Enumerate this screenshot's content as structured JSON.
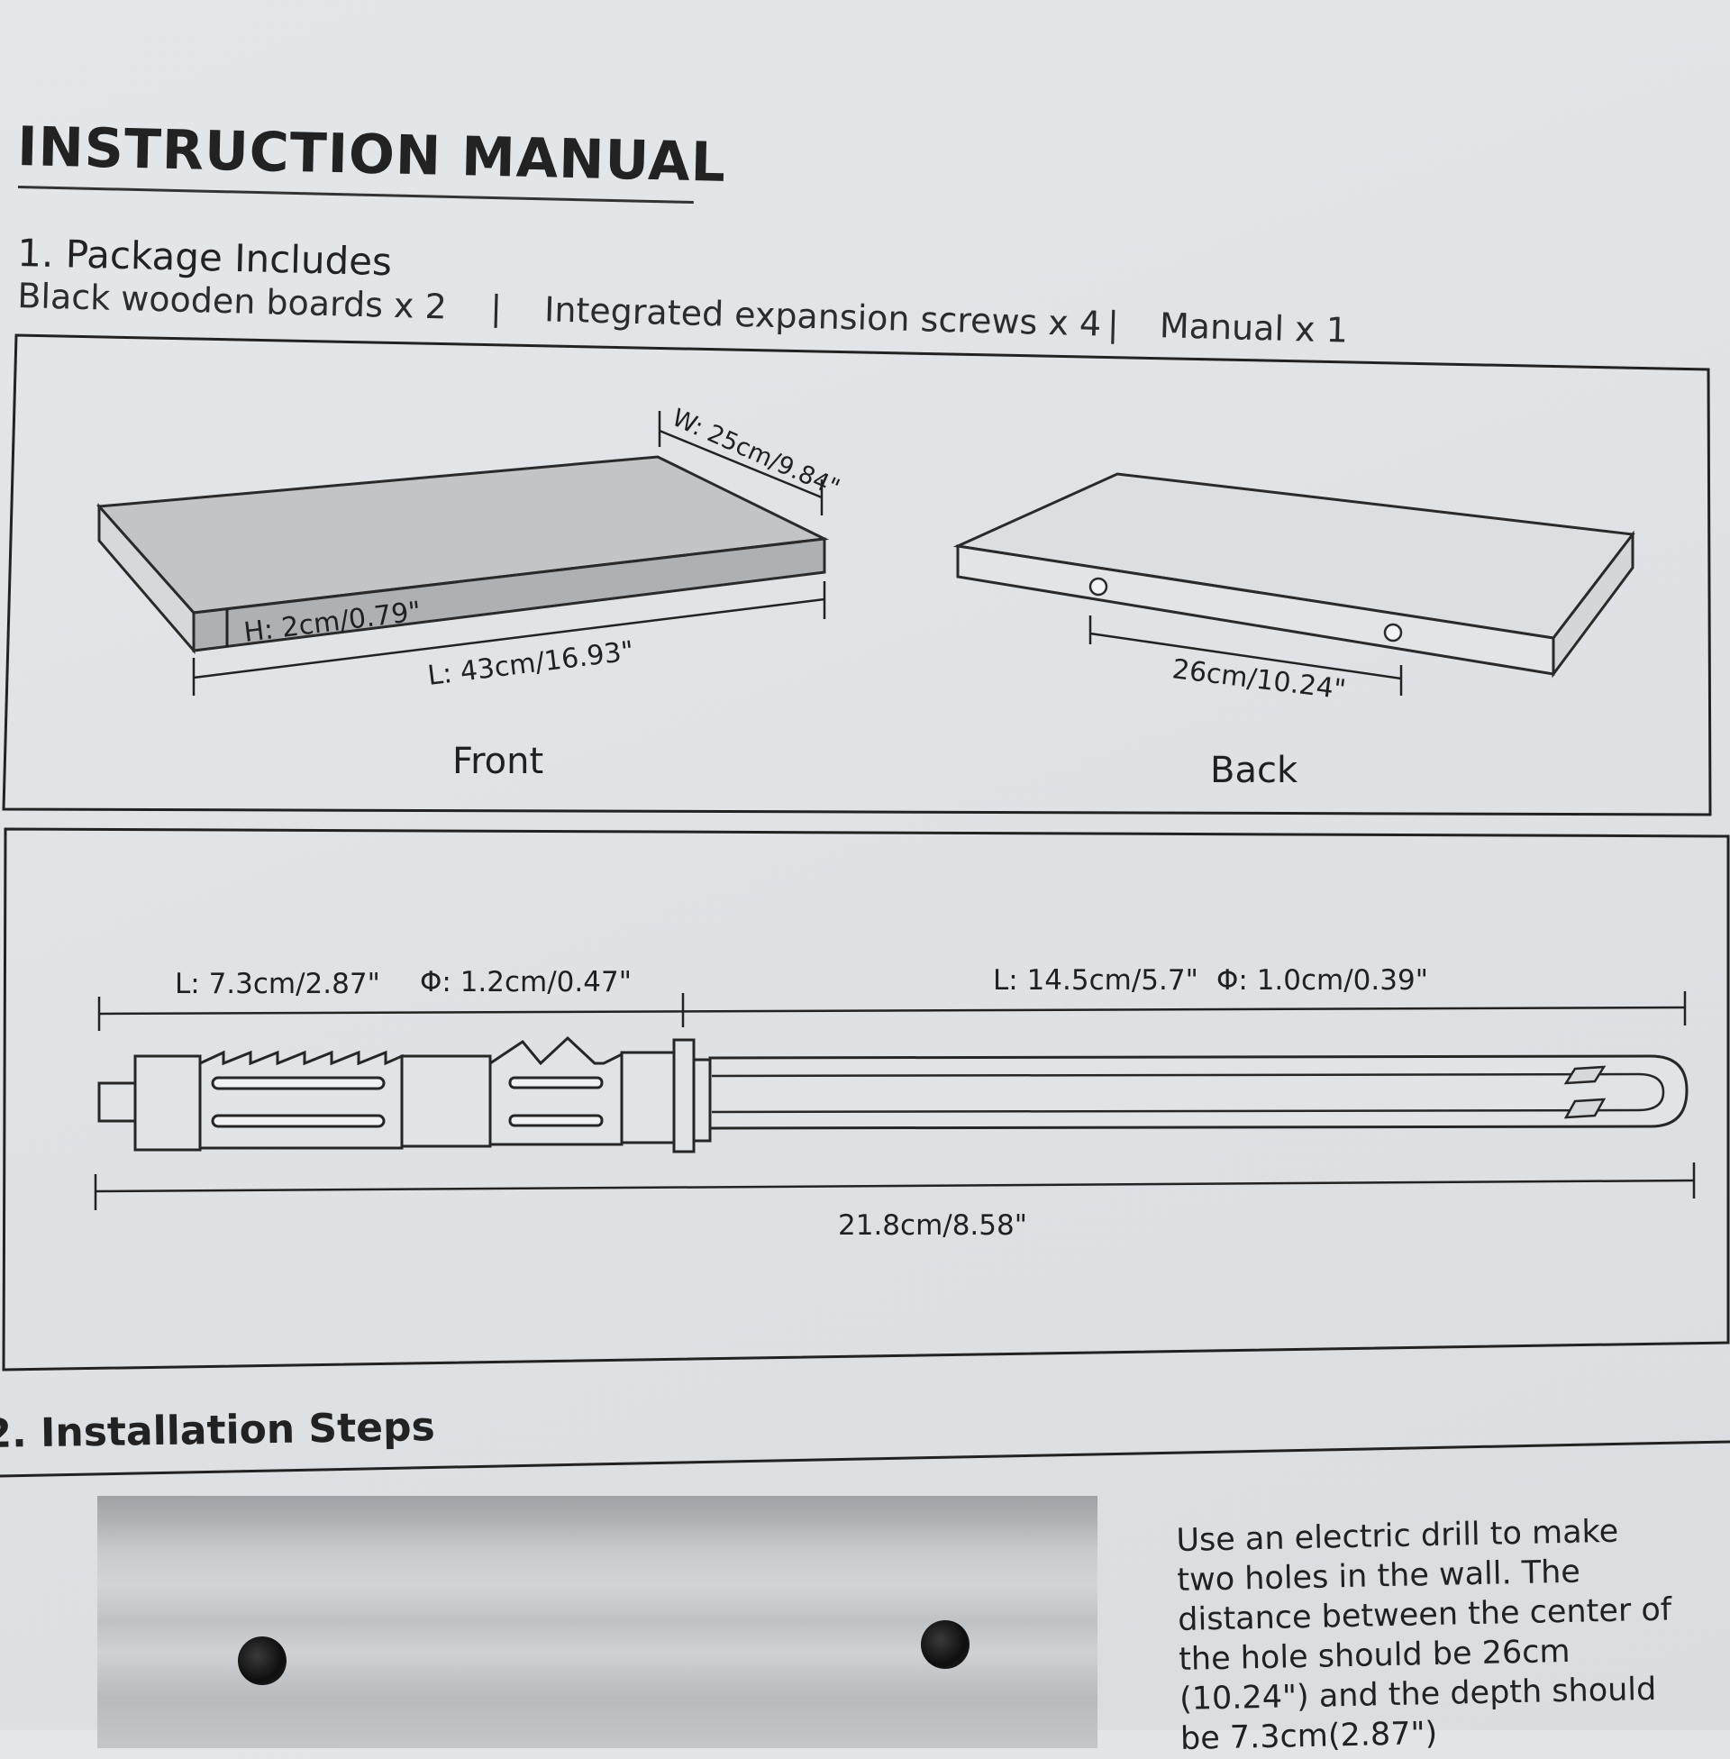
{
  "manual": {
    "title": "INSTRUCTION MANUAL"
  },
  "package": {
    "heading": "1. Package Includes",
    "items": [
      "Black wooden boards x 2",
      "Integrated expansion screws x 4",
      "Manual x 1"
    ],
    "separator": "|"
  },
  "boards": {
    "front": {
      "caption": "Front",
      "width_label": "W: 25cm/9.84\"",
      "height_label": "H: 2cm/0.79\"",
      "length_label": "L: 43cm/16.93\""
    },
    "back": {
      "caption": "Back",
      "hole_spacing_label": "26cm/10.24\""
    }
  },
  "screw": {
    "anchor_length_label": "L: 7.3cm/2.87\"",
    "anchor_diameter_label": "Φ: 1.2cm/0.47\"",
    "rod_length_label": "L: 14.5cm/5.7\"",
    "rod_diameter_label": "Φ: 1.0cm/0.39\"",
    "total_length_label": "21.8cm/8.58\""
  },
  "installation": {
    "heading": "2. Installation Steps",
    "step1_text": "Use an electric drill to make two holes in the wall. The distance between the center of the hole should be 26cm (10.24\") and the depth should be 7.3cm(2.87\")"
  },
  "colors": {
    "ink": "#1d1f22",
    "paper": "#e4e7ea",
    "board_top": "#bfc1c3"
  }
}
